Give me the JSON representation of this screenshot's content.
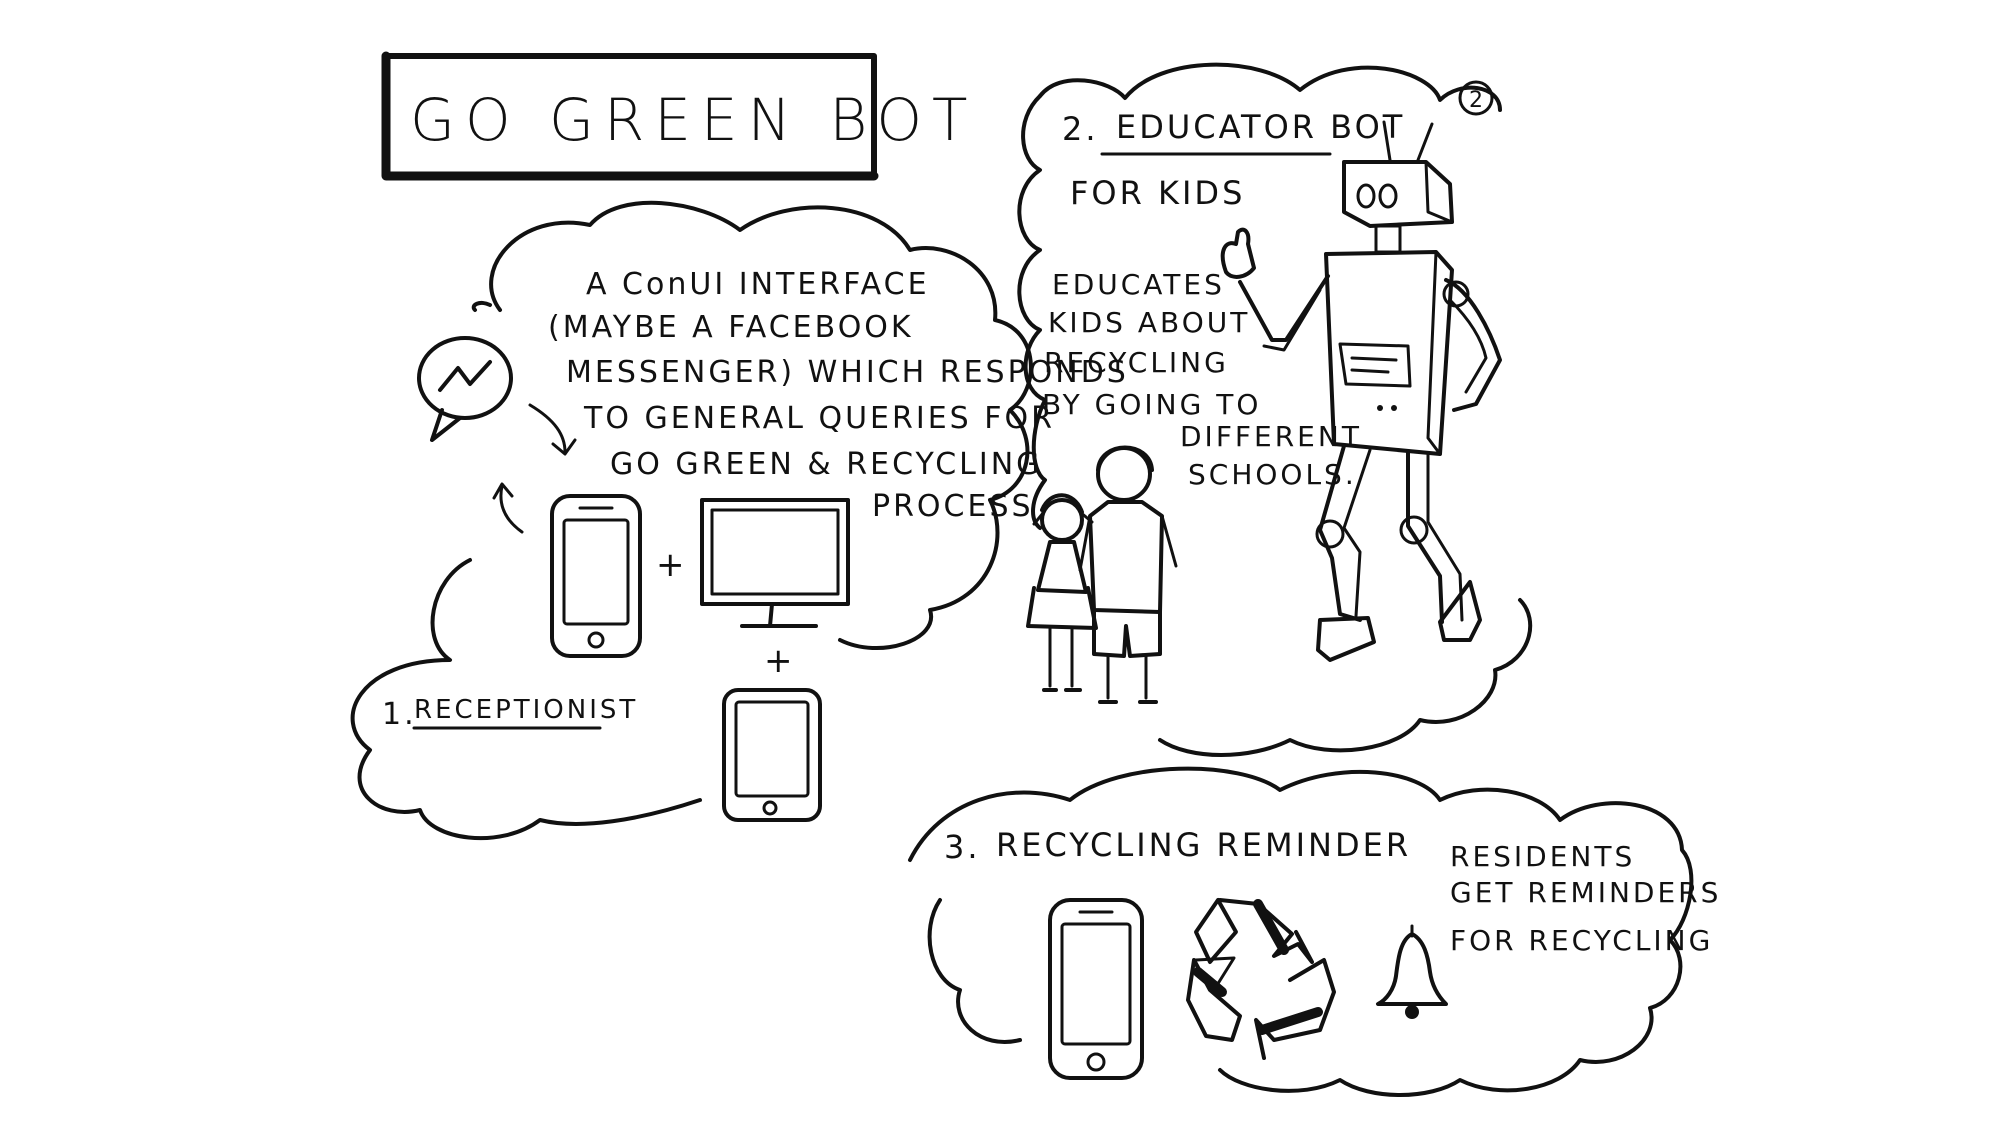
{
  "title": "GO GREEN BOT",
  "sections": {
    "receptionist": {
      "number": "1.",
      "label": "RECEPTIONIST",
      "description_lines": [
        "A ConUI INTERFACE",
        "(MAYBE A FACEBOOK",
        "MESSENGER) WHICH RESPONDS",
        "TO GENERAL QUERIES FOR",
        "GO GREEN & RECYCLING",
        "PROCESS"
      ],
      "plus_sign": "+"
    },
    "educator": {
      "number": "2.",
      "label": "EDUCATOR BOT",
      "subtitle": "FOR KIDS",
      "badge": "2",
      "description_lines": [
        "EDUCATES",
        "KIDS ABOUT",
        "RECYCLING",
        "BY GOING TO",
        "DIFFERENT",
        "SCHOOLS."
      ]
    },
    "reminder": {
      "number": "3.",
      "label": "RECYCLING REMINDER",
      "description_lines": [
        "RESIDENTS",
        "GET REMINDERS",
        "FOR RECYCLING"
      ]
    }
  },
  "icons": {
    "messenger": "messenger-icon",
    "smartphone": "smartphone-icon",
    "monitor": "monitor-icon",
    "tablet": "tablet-icon",
    "robot": "robot-illustration",
    "kids": "kids-illustration",
    "recycle": "recycle-icon",
    "bell": "bell-icon"
  }
}
